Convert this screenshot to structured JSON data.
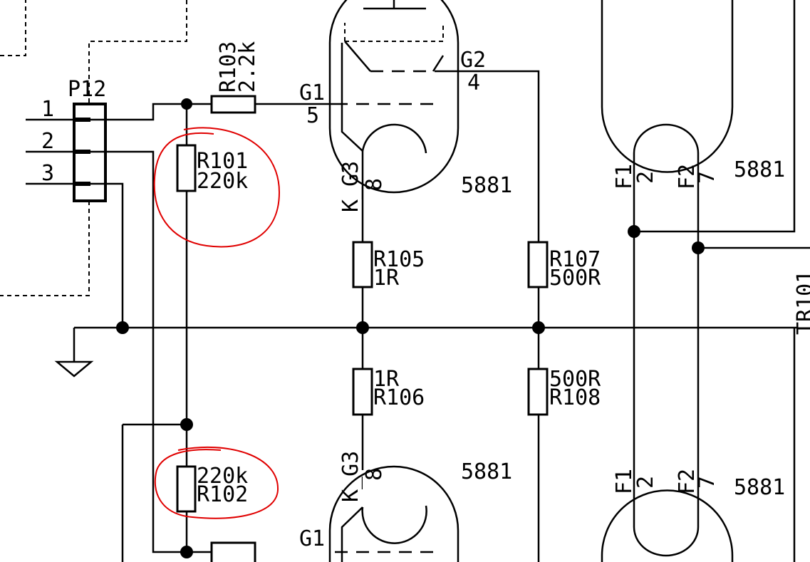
{
  "connector": {
    "ref": "P12",
    "pins": [
      "1",
      "2",
      "3"
    ]
  },
  "resistors": {
    "r101": {
      "ref": "R101",
      "value": "220k"
    },
    "r102": {
      "ref": "R102",
      "value": "220k"
    },
    "r103": {
      "ref": "R103",
      "value": "2.2k"
    },
    "r105": {
      "ref": "R105",
      "value": "1R"
    },
    "r106": {
      "ref": "R106",
      "value": "1R"
    },
    "r107": {
      "ref": "R107",
      "value": "500R"
    },
    "r108": {
      "ref": "R108",
      "value": "500R"
    }
  },
  "tube_top": {
    "type": "5881",
    "g1": "G1",
    "g1_pin": "5",
    "g2": "G2",
    "g2_pin": "4",
    "kg3": "K_G3",
    "kg3_pin": "8"
  },
  "tube_bottom": {
    "type": "5881",
    "g1": "G1",
    "kg3": "K_G3",
    "kg3_pin": "8"
  },
  "heater_top": {
    "type": "5881",
    "f1": "F1",
    "f1_pin": "2",
    "f2": "F2",
    "f2_pin": "7"
  },
  "heater_bottom": {
    "type": "5881",
    "f1": "F1",
    "f1_pin": "2",
    "f2": "F2",
    "f2_pin": "7"
  },
  "transformer": {
    "ref": "TR101"
  },
  "annotation_color": "#e00000"
}
